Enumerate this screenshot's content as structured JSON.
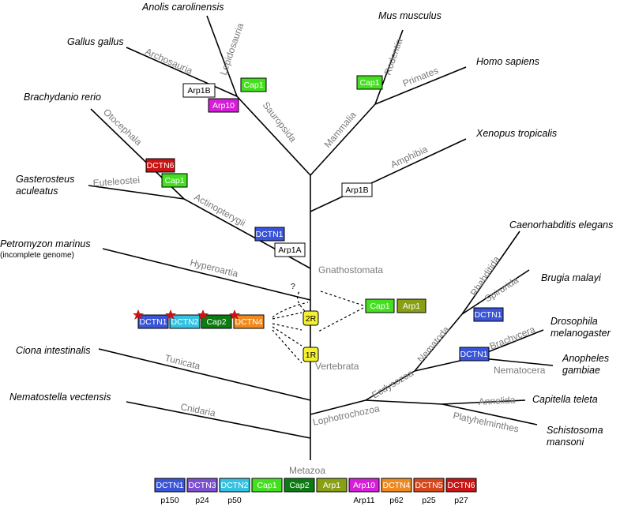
{
  "species": {
    "anolis": "Anolis carolinensis",
    "mus": "Mus musculus",
    "gallus": "Gallus gallus",
    "homo": "Homo sapiens",
    "brachydanio": "Brachydanio rerio",
    "xenopus": "Xenopus tropicalis",
    "gasterosteus_1": "Gasterosteus",
    "gasterosteus_2": "aculeatus",
    "caenorhabditis": "Caenorhabditis elegans",
    "petromyzon": "Petromyzon marinus",
    "petromyzon_note": "(incomplete genome)",
    "brugia": "Brugia malayi",
    "drosophila_1": "Drosophila",
    "drosophila_2": "melanogaster",
    "anopheles_1": "Anopheles",
    "anopheles_2": "gambiae",
    "ciona": "Ciona intestinalis",
    "capitella": "Capitella teleta",
    "nematostella": "Nematostella vectensis",
    "schistosoma_1": "Schistosoma",
    "schistosoma_2": "mansoni"
  },
  "clades": {
    "lepidosauria": "Lepidosauria",
    "rodentia": "Rodentia",
    "archosauria": "Archosauria",
    "primates": "Primates",
    "sauropsida": "Sauropsida",
    "mammalia": "Mammalia",
    "otocephala": "Otocephala",
    "amphibia": "Amphibia",
    "euteleostei": "Euteleostei",
    "actinopterygii": "Actinopterygii",
    "rhabditida": "Rhabditida",
    "gnathostomata": "Gnathostomata",
    "hyperoartia": "Hyperoartia",
    "spirurida": "Spirurida",
    "nematoda": "Nematoda",
    "brachycera": "Brachycera",
    "nematocera": "Nematocera",
    "vertebrata": "Vertebrata",
    "tunicata": "Tunicata",
    "ecdysozoa": "Ecdysozoa",
    "annelida": "Annelida",
    "lophotrochozoa": "Lophotrochozoa",
    "cnidaria": "Cnidaria",
    "platyhelminthes": "Platyhelminthes",
    "metazoa": "Metazoa"
  },
  "markers": {
    "arp1b_archo": "Arp1B",
    "cap1_lepido": "Cap1",
    "arp10": "Arp10",
    "cap1_rodentia": "Cap1",
    "dctn6": "DCTN6",
    "cap1_oto": "Cap1",
    "arp1b_amph": "Arp1B",
    "dctn1_actino": "DCTN1",
    "arp1a": "Arp1A",
    "dctn1_spir": "DCTN1",
    "dctn1_brachy": "DCTN1",
    "question": "?",
    "wgd_2r": "2R",
    "wgd_1r": "1R",
    "dup_dctn1": "DCTN1",
    "dup_dctn2": "DCTN2",
    "dup_cap2": "Cap2",
    "dup_dctn4": "DCTN4",
    "loss_cap1": "Cap1",
    "loss_arp1": "Arp1"
  },
  "legend": [
    {
      "label": "DCTN1",
      "sub": "p150",
      "color": "#3a55d8",
      "text_color": "#ffffff"
    },
    {
      "label": "DCTN3",
      "sub": "p24",
      "color": "#7b4fd0",
      "text_color": "#ffffff"
    },
    {
      "label": "DCTN2",
      "sub": "p50",
      "color": "#33c2e2",
      "text_color": "#ffffff"
    },
    {
      "label": "Cap1",
      "sub": "",
      "color": "#44e020",
      "text_color": "#ffffff"
    },
    {
      "label": "Cap2",
      "sub": "",
      "color": "#0d7a14",
      "text_color": "#ffffff"
    },
    {
      "label": "Arp1",
      "sub": "",
      "color": "#8aa014",
      "text_color": "#ffffff"
    },
    {
      "label": "Arp10",
      "sub": "Arp11",
      "color": "#d61ed8",
      "text_color": "#ffffff"
    },
    {
      "label": "DCTN4",
      "sub": "p62",
      "color": "#f08a1e",
      "text_color": "#ffffff"
    },
    {
      "label": "DCTN5",
      "sub": "p25",
      "color": "#d8461c",
      "text_color": "#ffffff"
    },
    {
      "label": "DCTN6",
      "sub": "p27",
      "color": "#c81414",
      "text_color": "#ffffff"
    }
  ],
  "colors": {
    "dctn1": "#3a55d8",
    "dctn2": "#33c2e2",
    "cap1": "#44e020",
    "cap2": "#0d7a14",
    "arp1": "#8aa014",
    "arp10": "#d61ed8",
    "dctn4": "#f08a1e",
    "dctn6": "#c81414",
    "wgd": "#f5f032",
    "star": "#c81414",
    "clade_text": "#7a7a7a"
  }
}
